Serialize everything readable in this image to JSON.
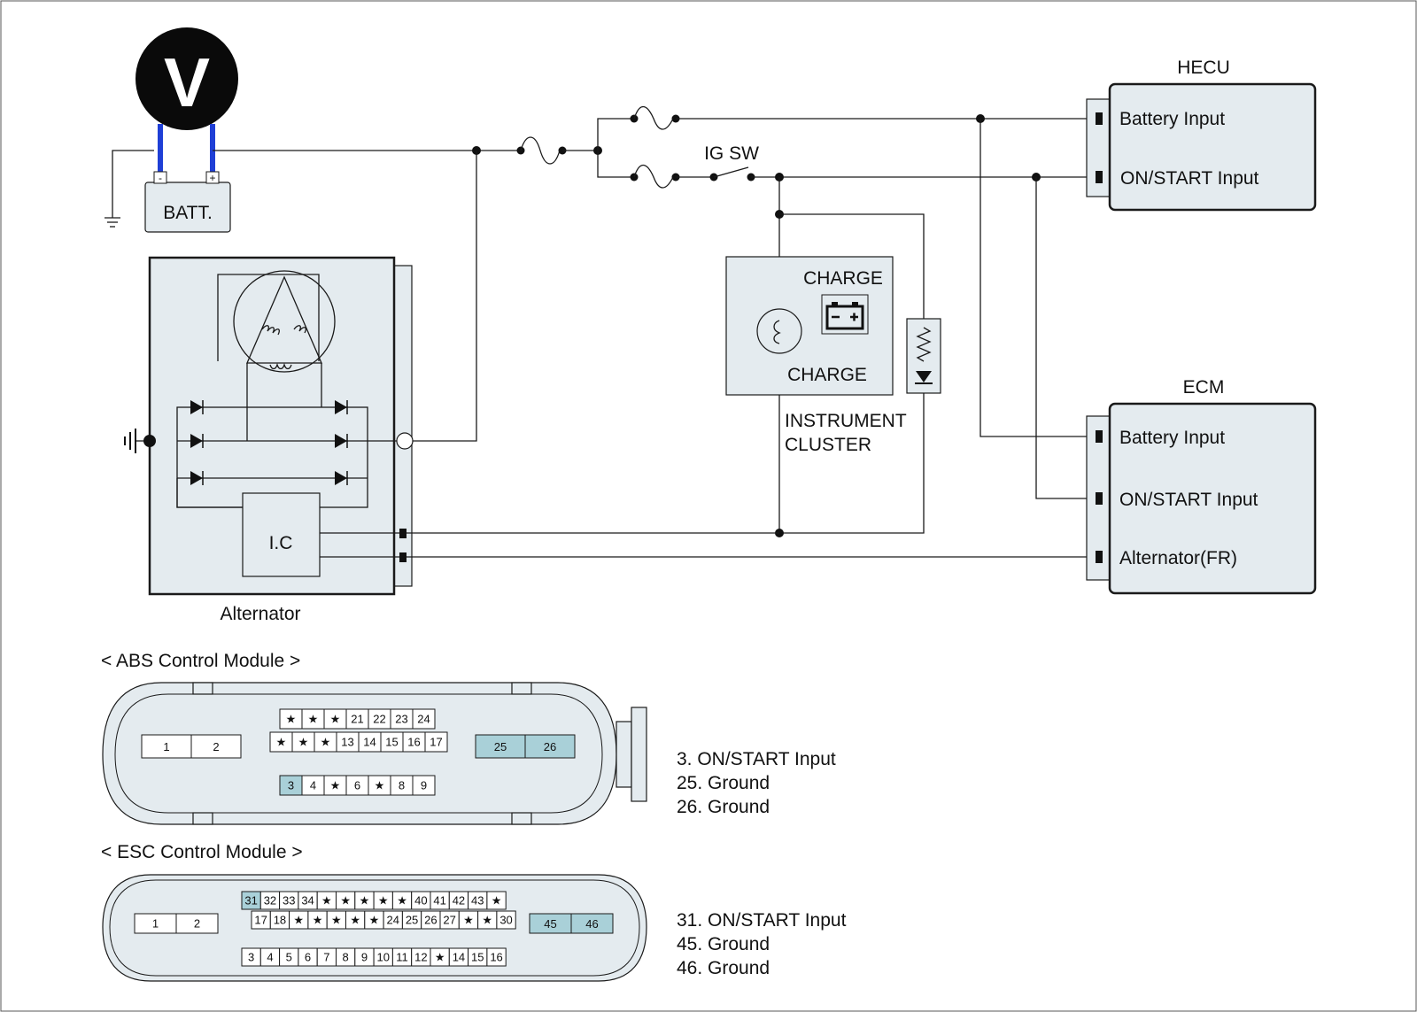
{
  "battery": {
    "label": "BATT.",
    "neg": "-",
    "pos": "+"
  },
  "voltmeter": {
    "symbol": "V"
  },
  "ig_switch": {
    "label": "IG SW"
  },
  "alternator": {
    "label": "Alternator",
    "ic_label": "I.C"
  },
  "cluster": {
    "charge_top": "CHARGE",
    "charge_bottom": "CHARGE",
    "name_line1": "INSTRUMENT",
    "name_line2": "CLUSTER"
  },
  "hecu": {
    "title": "HECU",
    "inputs": [
      "Battery Input",
      "ON/START Input"
    ]
  },
  "ecm": {
    "title": "ECM",
    "inputs": [
      "Battery Input",
      "ON/START Input",
      "Alternator(FR)"
    ]
  },
  "abs_module": {
    "title": "< ABS Control Module >",
    "left_pins": [
      "1",
      "2"
    ],
    "row1": [
      "*",
      "*",
      "*",
      "21",
      "22",
      "23",
      "24"
    ],
    "row2": [
      "*",
      "*",
      "*",
      "13",
      "14",
      "15",
      "16",
      "17"
    ],
    "row3": [
      "3",
      "4",
      "*",
      "6",
      "*",
      "8",
      "9"
    ],
    "right_pins": [
      "25",
      "26"
    ],
    "highlighted": [
      "3",
      "25",
      "26"
    ],
    "legend": [
      "3. ON/START Input",
      "25. Ground",
      "26. Ground"
    ]
  },
  "esc_module": {
    "title": "< ESC Control Module >",
    "left_pins": [
      "1",
      "2"
    ],
    "row1": [
      "31",
      "32",
      "33",
      "34",
      "*",
      "*",
      "*",
      "*",
      "*",
      "40",
      "41",
      "42",
      "43",
      "*"
    ],
    "row2": [
      "17",
      "18",
      "*",
      "*",
      "*",
      "*",
      "*",
      "24",
      "25",
      "26",
      "27",
      "*",
      "*",
      "30"
    ],
    "row3": [
      "3",
      "4",
      "5",
      "6",
      "7",
      "8",
      "9",
      "10",
      "11",
      "12",
      "*",
      "14",
      "15",
      "16"
    ],
    "right_pins": [
      "45",
      "46"
    ],
    "highlighted": [
      "31",
      "45",
      "46"
    ],
    "legend": [
      "31. ON/START Input",
      "45. Ground",
      "46. Ground"
    ]
  }
}
